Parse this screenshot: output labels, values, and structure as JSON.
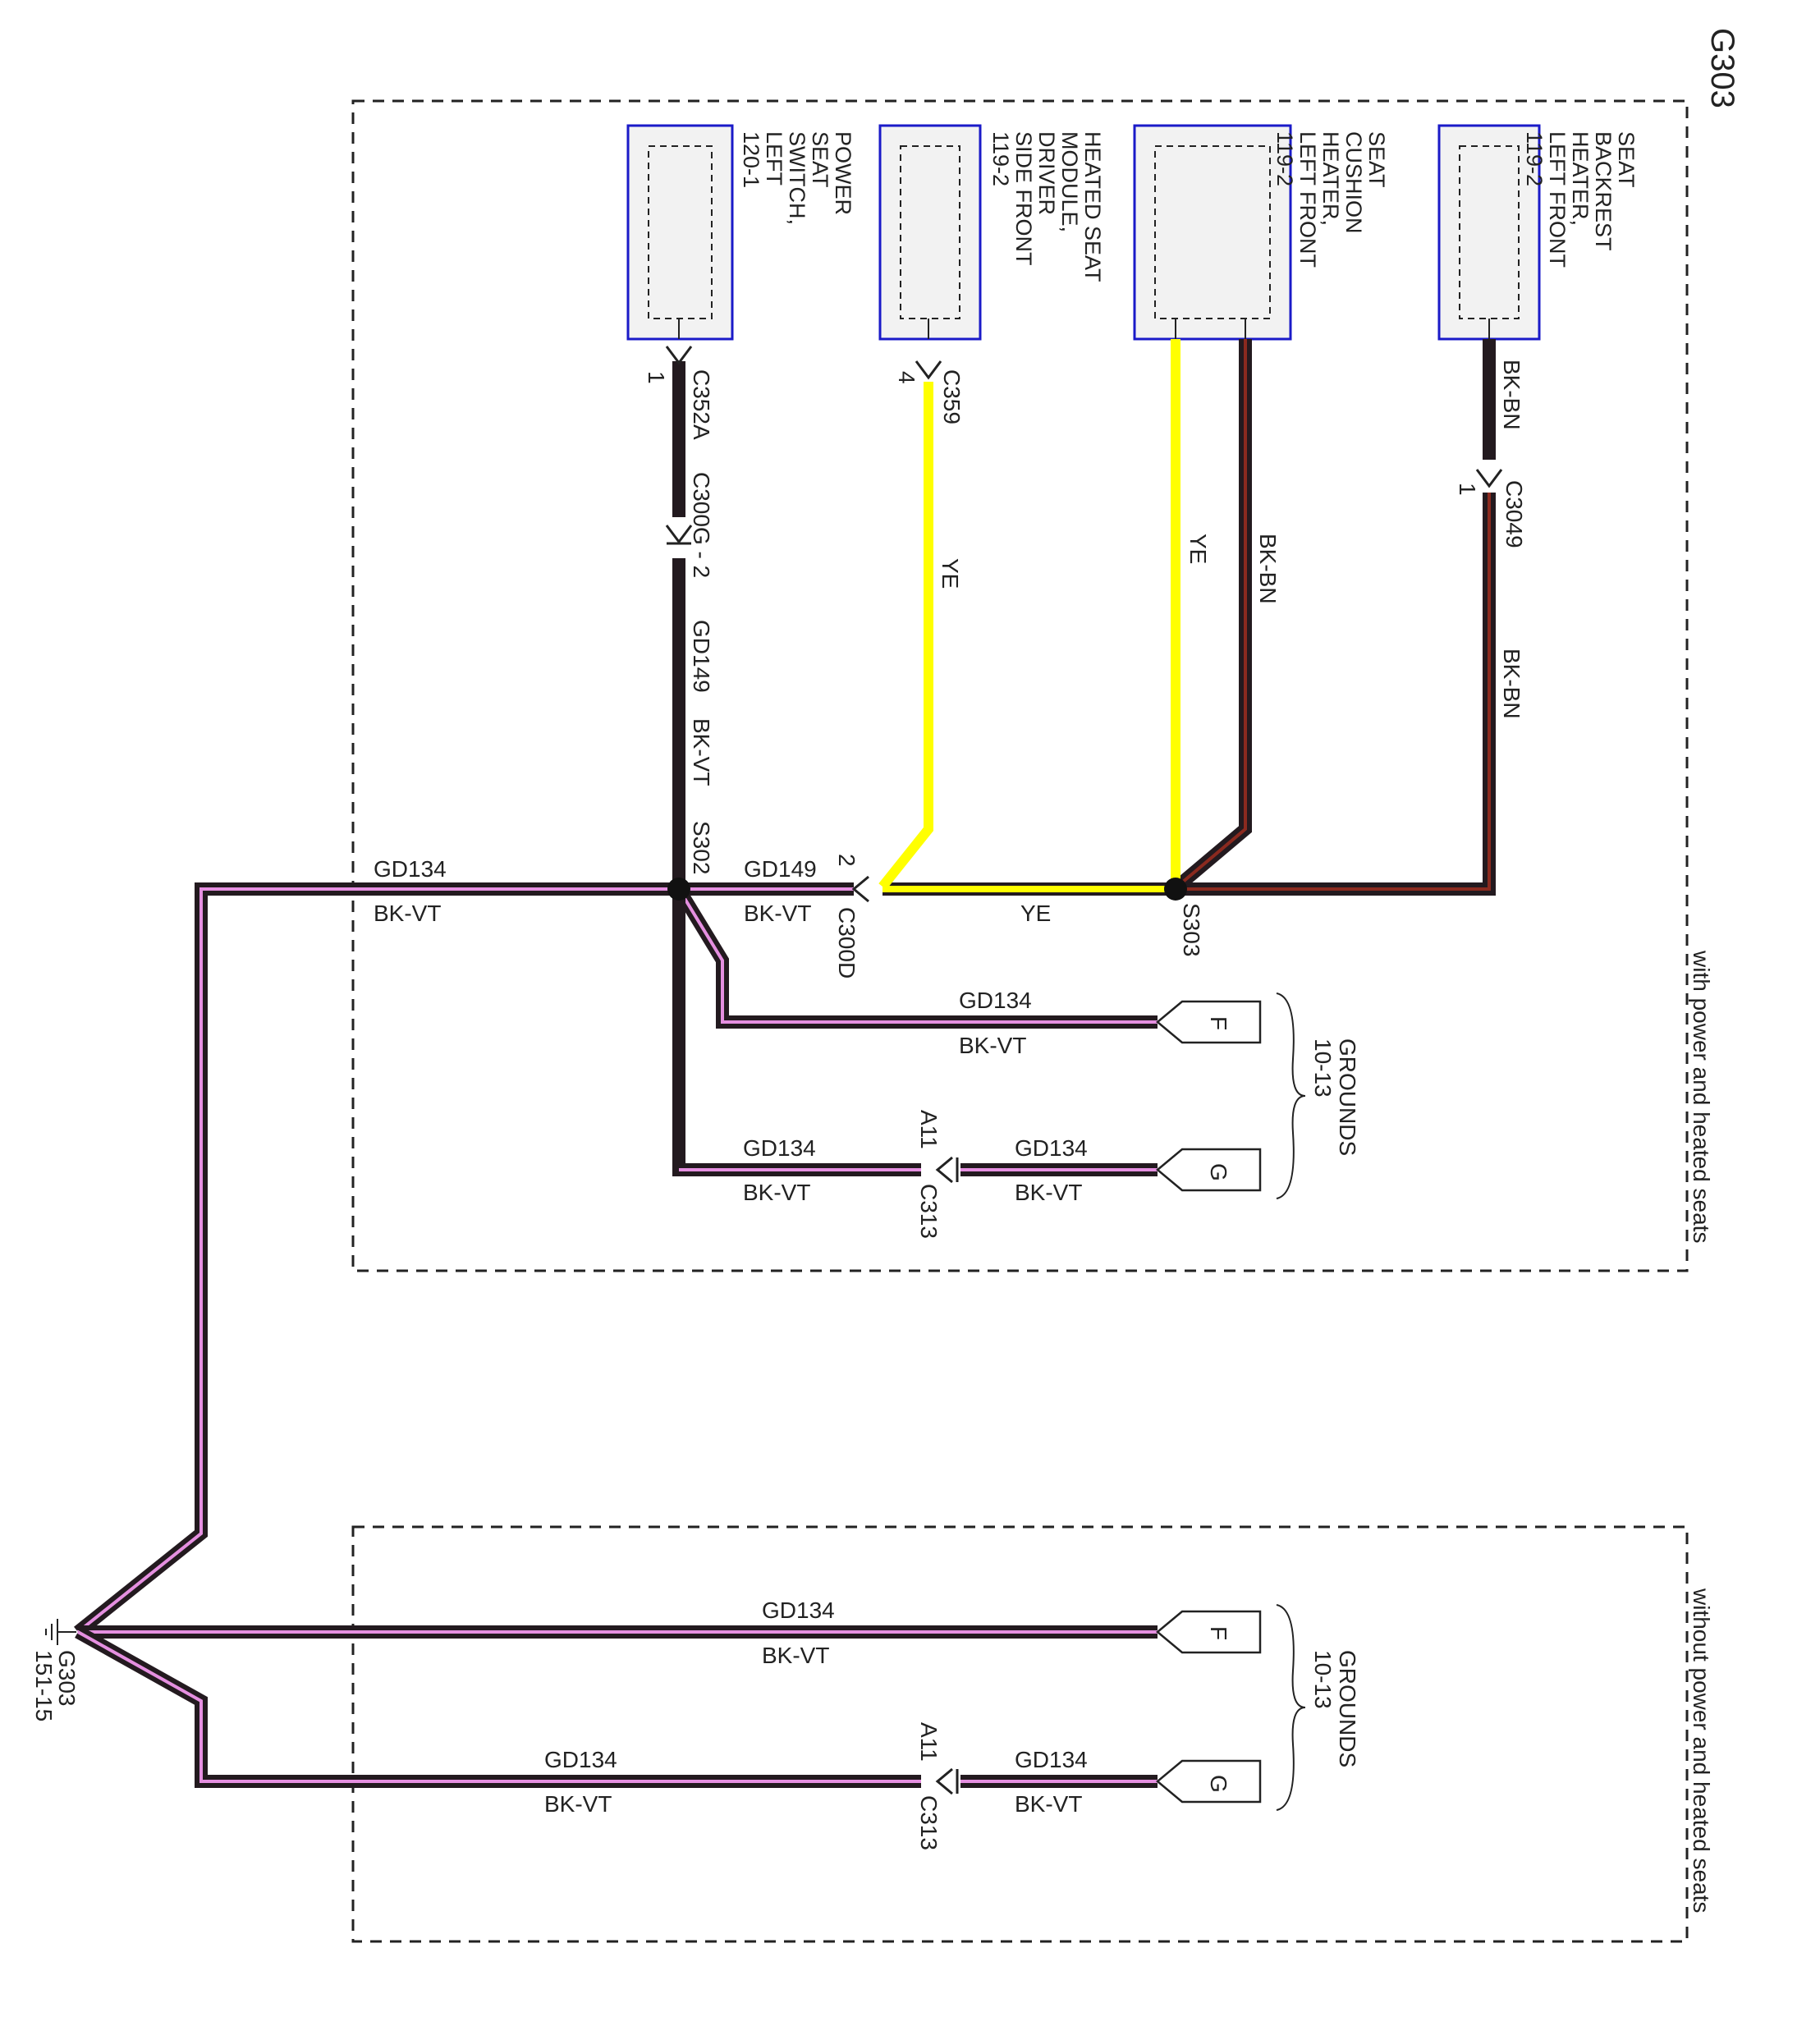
{
  "page_title": "G303",
  "colors": {
    "bk_vt_outer": "#231a1f",
    "bk_vt_inner": "#e58fe0",
    "yellow": "#ffff00",
    "bk_bn_inner": "#8b2a1f",
    "component_border": "#1a1ac8"
  },
  "sections": {
    "with_power": "with power and heated seats",
    "without_power": "without power and heated seats"
  },
  "components": {
    "backrest": [
      "SEAT",
      "BACKREST",
      "HEATER,",
      "LEFT FRONT",
      "119-2"
    ],
    "cushion": [
      "SEAT",
      "CUSHION",
      "HEATER,",
      "LEFT FRONT",
      "119-2"
    ],
    "module": [
      "HEATED SEAT",
      "MODULE,",
      "DRIVER",
      "SIDE FRONT",
      "119-2"
    ],
    "switch": [
      "POWER",
      "SEAT",
      "SWITCH,",
      "LEFT",
      "120-1"
    ]
  },
  "connectors": {
    "c352a": "C352A",
    "c352a_pin": "1",
    "c300g": "C300G - 2",
    "c359": "C359",
    "c359_pin": "4",
    "c3049": "C3049",
    "c3049_pin": "1",
    "c300d": "C300D",
    "c300d_pin": "2",
    "c313": "C313",
    "a11": "A11"
  },
  "splices": {
    "s302": "S302",
    "s303": "S303"
  },
  "wires": {
    "gd149": "GD149",
    "gd134": "GD134",
    "bk_vt": "BK-VT",
    "bk_bn": "BK-BN",
    "ye": "YE"
  },
  "grounds": {
    "title": "GROUNDS",
    "ref": "10-13",
    "tag_f": "F",
    "tag_g": "G",
    "main_id": "G303",
    "main_ref": "151-15"
  }
}
